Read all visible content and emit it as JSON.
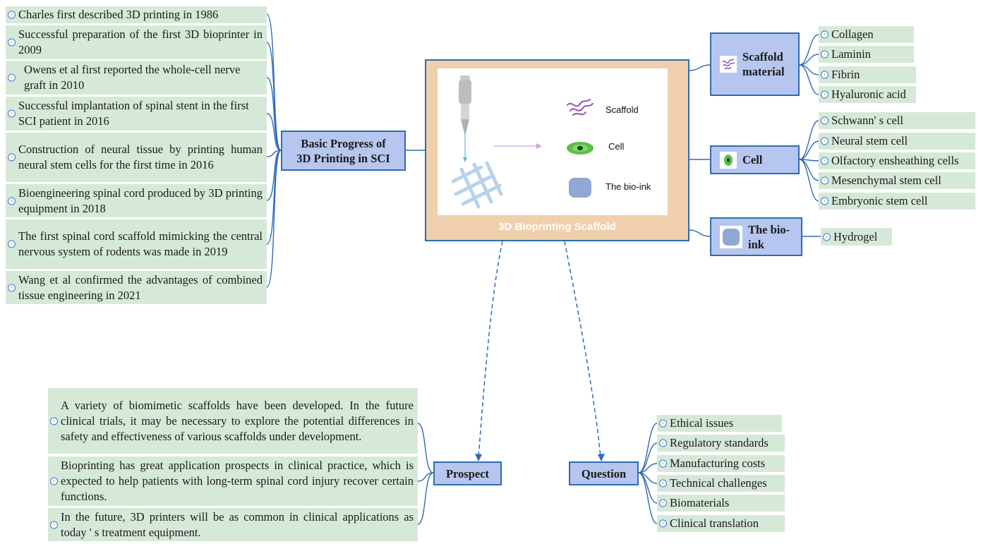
{
  "center": {
    "title": "3D Bioprinting Scaffold",
    "legend": {
      "scaffold": "Scaffold",
      "cell": "Cell",
      "bioink": "The bio-ink"
    }
  },
  "progress": {
    "label": "Basic Progress of 3D Printing in SCI",
    "items": [
      "Charles first described 3D printing in 1986",
      "Successful preparation of the first 3D bioprinter in 2009",
      "Owens et al first reported the whole-cell nerve graft in 2010",
      "Successful implantation of spinal stent  in the first SCI patient in 2016",
      "Construction of neural tissue by printing human neural stem cells for the first time in 2016",
      "Bioengineering spinal cord produced by 3D printing equipment in 2018",
      "The first spinal cord scaffold mimicking the central nervous system of rodents was made in 2019",
      "Wang et al confirmed the advantages of combined tissue engineering in 2021"
    ]
  },
  "scaffold_material": {
    "label": "Scaffold material",
    "items": [
      "Collagen",
      "Laminin",
      "Fibrin",
      "Hyaluronic acid"
    ]
  },
  "cell": {
    "label": "Cell",
    "items": [
      "Schwann' s cell",
      "Neural stem cell",
      "Olfactory ensheathing cells",
      "Mesenchymal stem cell",
      "Embryonic stem cell"
    ]
  },
  "bioink": {
    "label": "The bio-ink",
    "items": [
      "Hydrogel"
    ]
  },
  "prospect": {
    "label": "Prospect",
    "items": [
      "A variety of biomimetic scaffolds have been developed. In the future clinical trials, it may be necessary to explore the potential differences in safety and effectiveness of various scaffolds under development.",
      "Bioprinting has great application prospects in clinical practice, which is expected to help patients with long-term spinal cord injury recover certain functions.",
      "In the future, 3D printers will be as common in clinical applications as today ' s  treatment equipment."
    ]
  },
  "question": {
    "label": "Question",
    "items": [
      "Ethical issues",
      "Regulatory standards",
      "Manufacturing costs",
      "Technical challenges",
      "Biomaterials",
      "Clinical translation"
    ]
  },
  "colors": {
    "connector": "#2e6bb5",
    "node_fill": "#b7c6ee",
    "leaf_fill": "#d6e9d8",
    "center_fill": "#f0cfad",
    "scaffold_purple": "#9b5fb5",
    "cell_green": "#5cbf4a",
    "bioink_blue": "#8fa8d4",
    "mesh_blue": "#b8d3ea"
  },
  "icons": [
    "bullet-icon",
    "pipette-icon",
    "scaffold-icon",
    "cell-icon",
    "bioink-icon",
    "mesh-icon",
    "arrow-icon"
  ]
}
